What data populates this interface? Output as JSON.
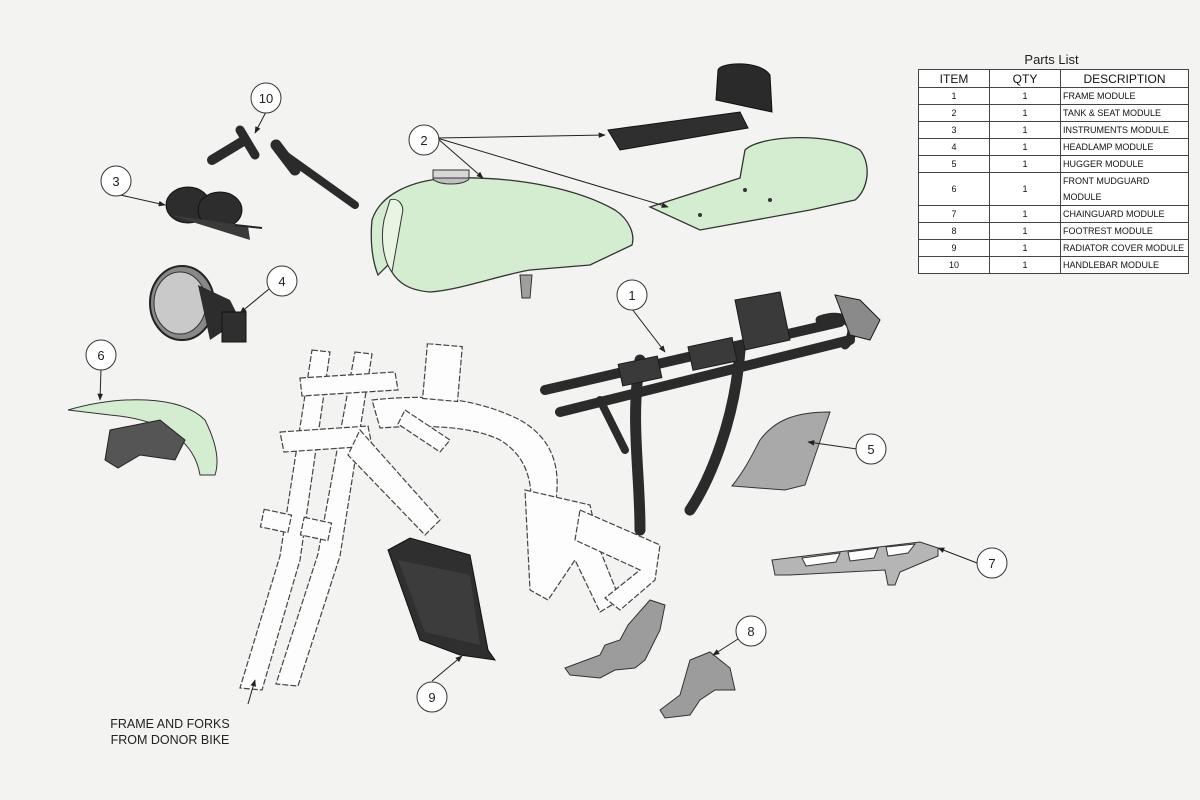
{
  "parts_list": {
    "title": "Parts List",
    "headers": [
      "ITEM",
      "QTY",
      "DESCRIPTION"
    ],
    "rows": [
      {
        "item": "1",
        "qty": "1",
        "description": "FRAME MODULE"
      },
      {
        "item": "2",
        "qty": "1",
        "description": "TANK & SEAT MODULE"
      },
      {
        "item": "3",
        "qty": "1",
        "description": "INSTRUMENTS MODULE"
      },
      {
        "item": "4",
        "qty": "1",
        "description": "HEADLAMP MODULE"
      },
      {
        "item": "5",
        "qty": "1",
        "description": "HUGGER MODULE"
      },
      {
        "item": "6",
        "qty": "1",
        "description": "FRONT MUDGUARD MODULE"
      },
      {
        "item": "7",
        "qty": "1",
        "description": "CHAINGUARD MODULE"
      },
      {
        "item": "8",
        "qty": "1",
        "description": "FOOTREST MODULE"
      },
      {
        "item": "9",
        "qty": "1",
        "description": "RADIATOR COVER MODULE"
      },
      {
        "item": "10",
        "qty": "1",
        "description": "HANDLEBAR MODULE"
      }
    ]
  },
  "callouts": {
    "c1": "1",
    "c2": "2",
    "c3": "3",
    "c4": "4",
    "c5": "5",
    "c6": "6",
    "c7": "7",
    "c8": "8",
    "c9": "9",
    "c10": "10"
  },
  "caption": {
    "line1": "FRAME AND FORKS",
    "line2": "FROM DONOR BIKE"
  },
  "colors": {
    "mint": "#d4eccf",
    "dark_part": "#2b2b2b",
    "grey_part": "#a9a9a9",
    "line": "#333333"
  }
}
